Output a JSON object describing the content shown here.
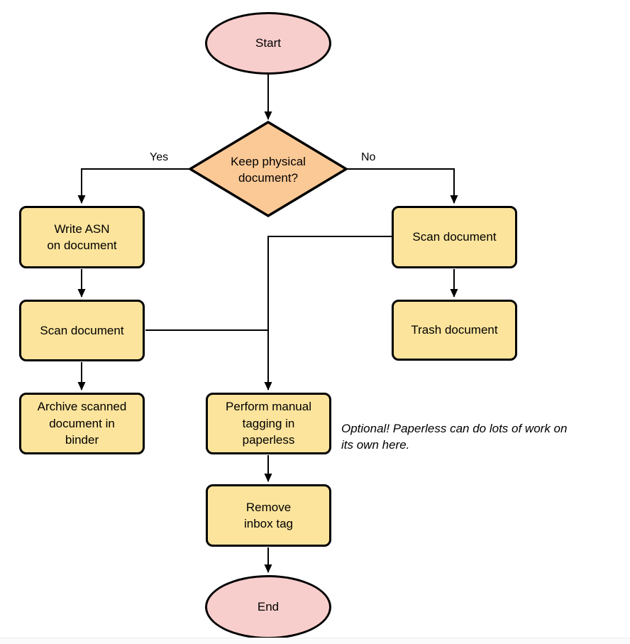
{
  "diagram": {
    "nodes": {
      "start": {
        "label": "Start"
      },
      "decision": {
        "label": "Keep physical\ndocument?"
      },
      "write_asn": {
        "label": "Write ASN\non document"
      },
      "scan_left": {
        "label": "Scan document"
      },
      "archive": {
        "label": "Archive scanned\ndocument in\nbinder"
      },
      "scan_right": {
        "label": "Scan document"
      },
      "trash": {
        "label": "Trash document"
      },
      "tagging": {
        "label": "Perform manual\ntagging in\npaperless"
      },
      "remove_inbox": {
        "label": "Remove\ninbox tag"
      },
      "end": {
        "label": "End"
      }
    },
    "edge_labels": {
      "yes": "Yes",
      "no": "No"
    },
    "annotation": {
      "text": "Optional! Paperless can do lots of work on\nits own here."
    },
    "colors": {
      "terminator_fill": "#F8CECC",
      "decision_fill": "#FBC996",
      "process_fill": "#FCE49C",
      "stroke": "#000000"
    }
  }
}
